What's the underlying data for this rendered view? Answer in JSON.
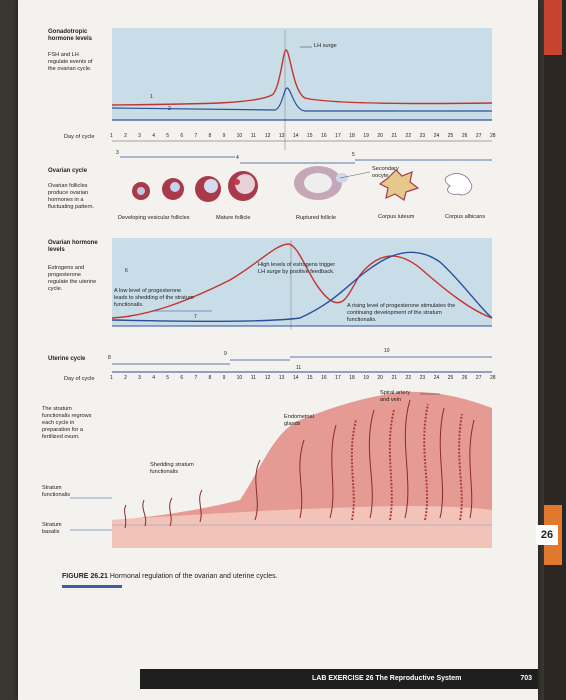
{
  "figure": {
    "caption_label": "FIGURE 26.21",
    "caption_text": "Hormonal regulation of the ovarian and uterine cycles."
  },
  "gonadotropic": {
    "heading": "Gonadotropic hormone levels",
    "note": "FSH and LH regulate events of the ovarian cycle.",
    "surge_label": "LH surge",
    "marker1": "1",
    "marker2": "2"
  },
  "day_axis": {
    "label": "Day of cycle",
    "days": [
      "1",
      "2",
      "3",
      "4",
      "5",
      "6",
      "7",
      "8",
      "9",
      "10",
      "11",
      "12",
      "13",
      "14",
      "15",
      "16",
      "17",
      "18",
      "19",
      "20",
      "21",
      "22",
      "23",
      "24",
      "25",
      "26",
      "27",
      "28"
    ]
  },
  "ovarian": {
    "heading": "Ovarian cycle",
    "note": "Ovarian follicles produce ovarian hormones in a fluctuating pattern.",
    "marker3": "3",
    "marker4": "4",
    "marker5": "5",
    "secondary_oocyte": "Secondary oocyte",
    "stage_developing": "Developing vesicular follicles",
    "stage_mature": "Mature follicle",
    "stage_ruptured": "Ruptured follicle",
    "stage_luteum": "Corpus luteum",
    "stage_albicans": "Corpus albicans"
  },
  "ovarian_hormones": {
    "heading": "Ovarian hormone levels",
    "note": "Estrogens and progesterone regulate the uterine cycle.",
    "marker6": "6",
    "marker7": "7",
    "low_prog": "A low level of progesterone leads to shedding of the stratum functionalis.",
    "high_estrogen": "High levels of estrogens trigger LH surge by positive feedback.",
    "rising_prog": "A rising level of progesterone stimulates the continuing development of the stratum functionalis."
  },
  "uterine": {
    "heading": "Uterine cycle",
    "marker8": "8",
    "marker9": "9",
    "marker10": "10",
    "marker11": "11",
    "regrow_note": "The stratum functionalis regrows each cycle in preparation for a fertilized ovum.",
    "functionalis": "Stratum functionalis",
    "basalis": "Stratum basalis",
    "shedding": "Shedding stratum functionalis",
    "endometrial": "Endometrial glands",
    "spiral": "Spiral artery and vein"
  },
  "side_tab": {
    "number": "26"
  },
  "footer": {
    "title": "LAB EXERCISE 26  The Reproductive System",
    "page": "703"
  },
  "colors": {
    "fsh_line": "#2a4f9a",
    "lh_line": "#c4342e",
    "estrogen_line": "#c4342e",
    "progesterone_line": "#2a4f9a",
    "panel_blue": "#c9dde8",
    "endometrium": "#e59a94",
    "accent_blue": "#3d5fa1"
  }
}
